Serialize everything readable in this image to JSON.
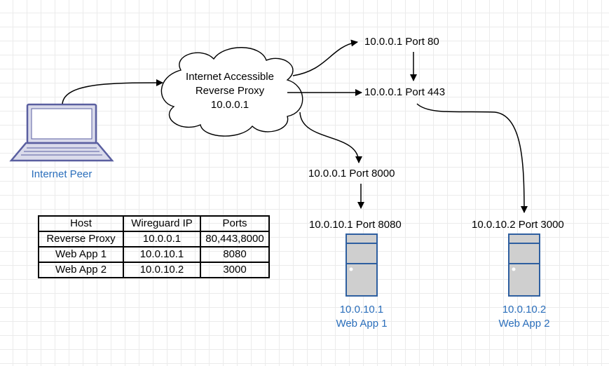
{
  "cloud": {
    "lines": [
      "Internet Accessible",
      "Reverse Proxy",
      "10.0.0.1"
    ]
  },
  "peer": {
    "label": "Internet Peer"
  },
  "ports": {
    "p80": "10.0.0.1 Port 80",
    "p443": "10.0.0.1 Port 443",
    "p8000": "10.0.0.1 Port 8000",
    "p8080": "10.0.10.1 Port 8080",
    "p3000": "10.0.10.2 Port 3000"
  },
  "servers": [
    {
      "ip": "10.0.10.1",
      "name": "Web App 1"
    },
    {
      "ip": "10.0.10.2",
      "name": "Web App 2"
    }
  ],
  "table": {
    "headers": [
      "Host",
      "Wireguard IP",
      "Ports"
    ],
    "rows": [
      [
        "Reverse Proxy",
        "10.0.0.1",
        "80,443,8000"
      ],
      [
        "Web App 1",
        "10.0.10.1",
        "8080"
      ],
      [
        "Web App 2",
        "10.0.10.2",
        "3000"
      ]
    ]
  },
  "colors": {
    "laptop_stroke": "#5a5fa0",
    "laptop_fill": "#dadbeb",
    "server_stroke": "#2e5fa0",
    "server_fill": "#cfcfcf",
    "label_blue": "#2a6ebb"
  }
}
